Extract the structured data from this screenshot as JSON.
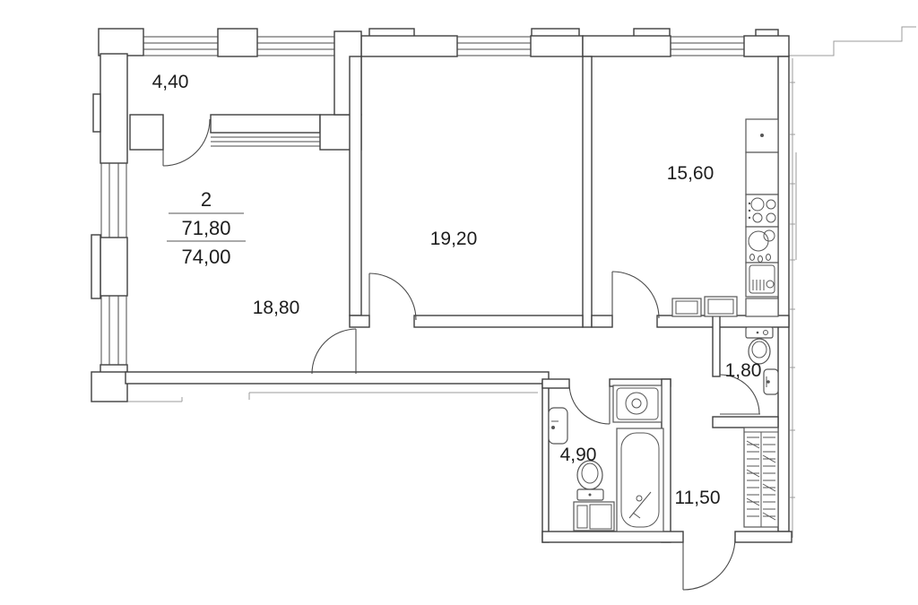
{
  "apartment": {
    "rooms_count": "2",
    "living_area": "71,80",
    "total_area": "74,00"
  },
  "rooms": {
    "balcony": {
      "area": "4,40"
    },
    "living_room": {
      "area": "18,80"
    },
    "bedroom": {
      "area": "19,20"
    },
    "kitchen": {
      "area": "15,60"
    },
    "wc": {
      "area": "1,80"
    },
    "bathroom": {
      "area": "4,90"
    },
    "hallway": {
      "area": "11,50"
    }
  },
  "colors": {
    "background": "#ffffff",
    "wall_line": "#3f3f3f",
    "fixture_line": "#565656",
    "neighbor_line": "#9b9b9b",
    "label_text": "#1d1d1d"
  }
}
